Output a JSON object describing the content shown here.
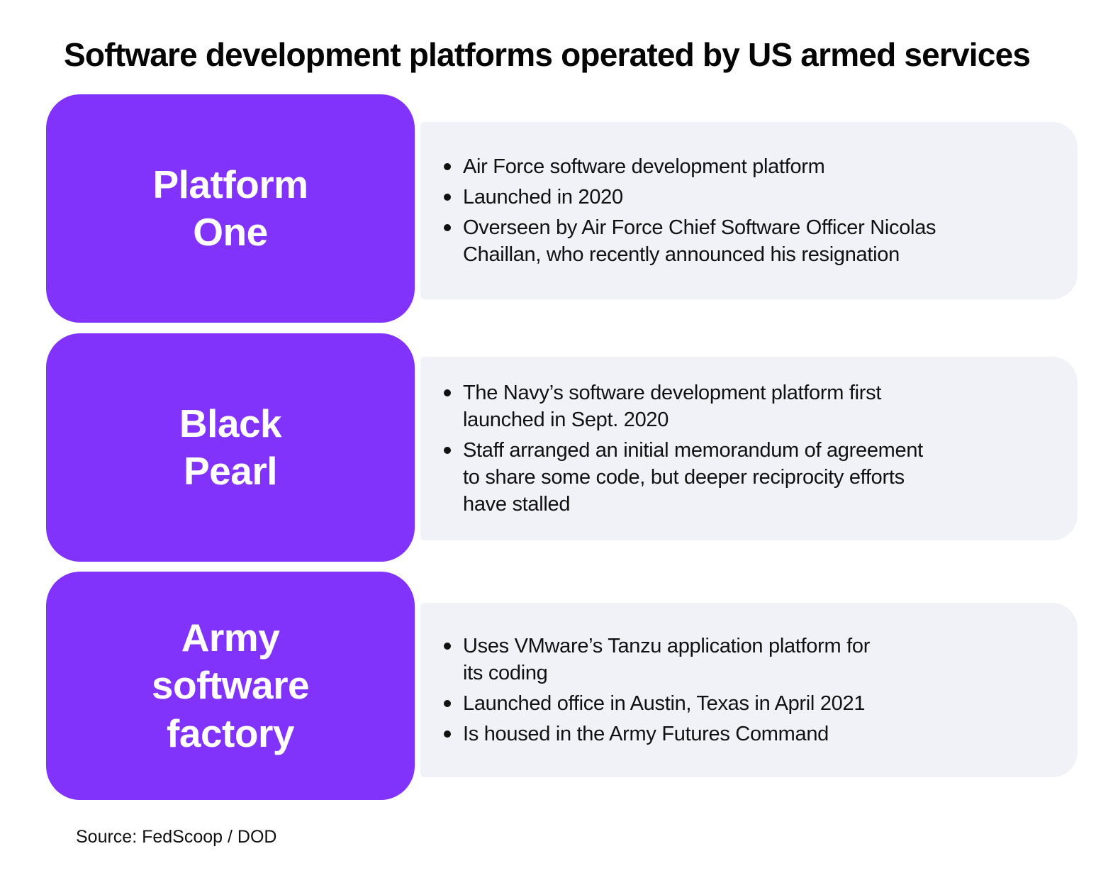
{
  "title": "Software development platforms operated by US armed services",
  "source": "Source: FedScoop / DOD",
  "colors": {
    "card_background": "#8233FB",
    "card_text": "#FFFFFF",
    "panel_background": "#F1F2F8",
    "body_text": "#111111",
    "page_background": "#FFFFFF",
    "title_text": "#050505"
  },
  "platforms": [
    {
      "name": "Platform\nOne",
      "bullets": [
        "Air Force software development platform",
        "Launched in 2020",
        "Overseen by Air Force Chief Software Officer Nicolas\nChaillan, who recently announced his resignation"
      ]
    },
    {
      "name": "Black\nPearl",
      "bullets": [
        "The Navy’s software development platform first\nlaunched in Sept. 2020",
        "Staff arranged an initial memorandum of agreement\nto share some code, but deeper reciprocity efforts\nhave stalled"
      ]
    },
    {
      "name": "Army\nsoftware\nfactory",
      "bullets": [
        "Uses VMware’s Tanzu application platform for\nits coding",
        "Launched office in Austin, Texas in April 2021",
        "Is housed in the Army Futures Command"
      ]
    }
  ]
}
